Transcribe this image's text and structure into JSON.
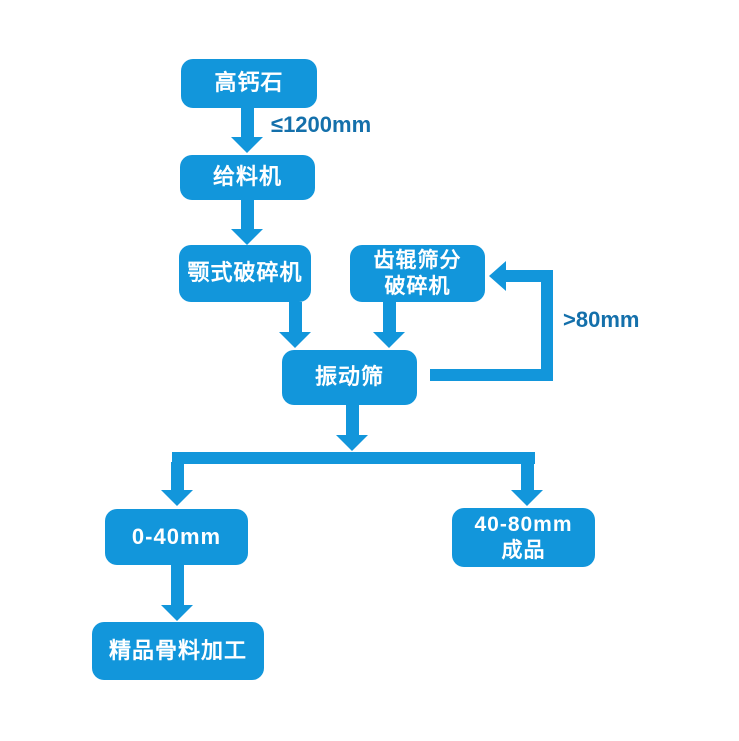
{
  "diagram_title": "crushing-screening-process-flowchart",
  "colors": {
    "box_fill": "#1296db",
    "box_text": "#ffffff",
    "edge_label_text": "#1470ab",
    "background": "#ffffff"
  },
  "nodes": {
    "high_calcium_stone": "高钙石",
    "feeder": "给料机",
    "jaw_crusher": "颚式破碎机",
    "roller_screen_crusher_line1": "齿辊筛分",
    "roller_screen_crusher_line2": "破碎机",
    "vibrating_screen": "振动筛",
    "output_0_40": "0-40mm",
    "output_40_80_line1": "40-80mm",
    "output_40_80_line2": "成品",
    "premium_aggregate_processing": "精品骨料加工"
  },
  "edge_labels": {
    "feed_size": "≤1200mm",
    "oversize_return": ">80mm"
  }
}
